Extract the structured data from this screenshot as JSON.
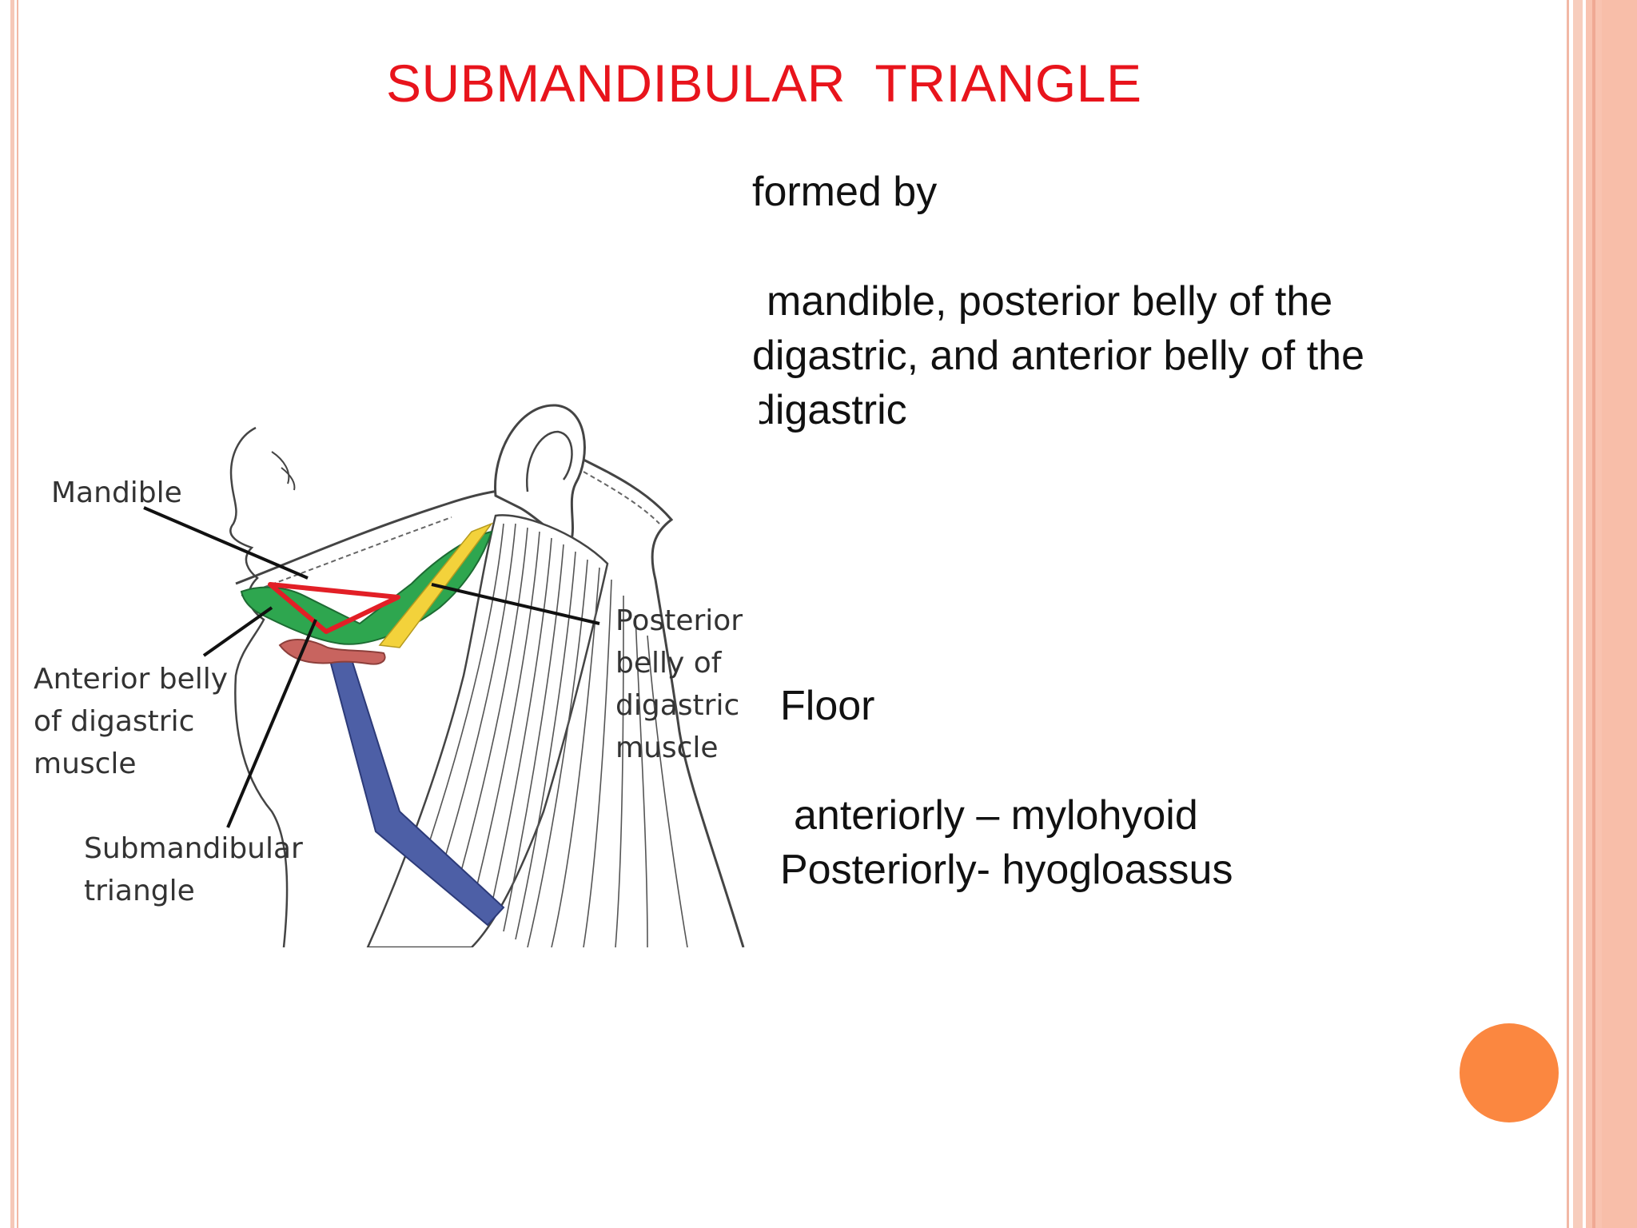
{
  "slide": {
    "title": "SUBMANDIBULAR  TRIANGLE",
    "formed_by_heading": "formed by",
    "formed_by_lines": [
      "mandible, posterior belly of the",
      "digastric, and anterior belly of the",
      "digastric"
    ],
    "floor_heading": "Floor",
    "floor_lines": [
      "anteriorly – mylohyoid",
      "Posteriorly- hyogloassus"
    ]
  },
  "figure": {
    "labels": {
      "mandible": "Mandible",
      "anterior_belly": [
        "Anterior belly",
        "of digastric",
        "muscle"
      ],
      "submandibular": [
        "Submandibular",
        "triangle"
      ],
      "posterior_belly": [
        "Posterior",
        "belly of",
        "digastric",
        "muscle"
      ]
    },
    "colors": {
      "triangle_outline": "#e21f26",
      "digastric_muscle": "#2ea64f",
      "posterior_belly_band": "#f3d23b",
      "hyoid_bone": "#c8645f",
      "vessel": "#4d5fa6"
    }
  },
  "colors": {
    "title": "#e8141c",
    "accent_dot": "#fb8740"
  }
}
